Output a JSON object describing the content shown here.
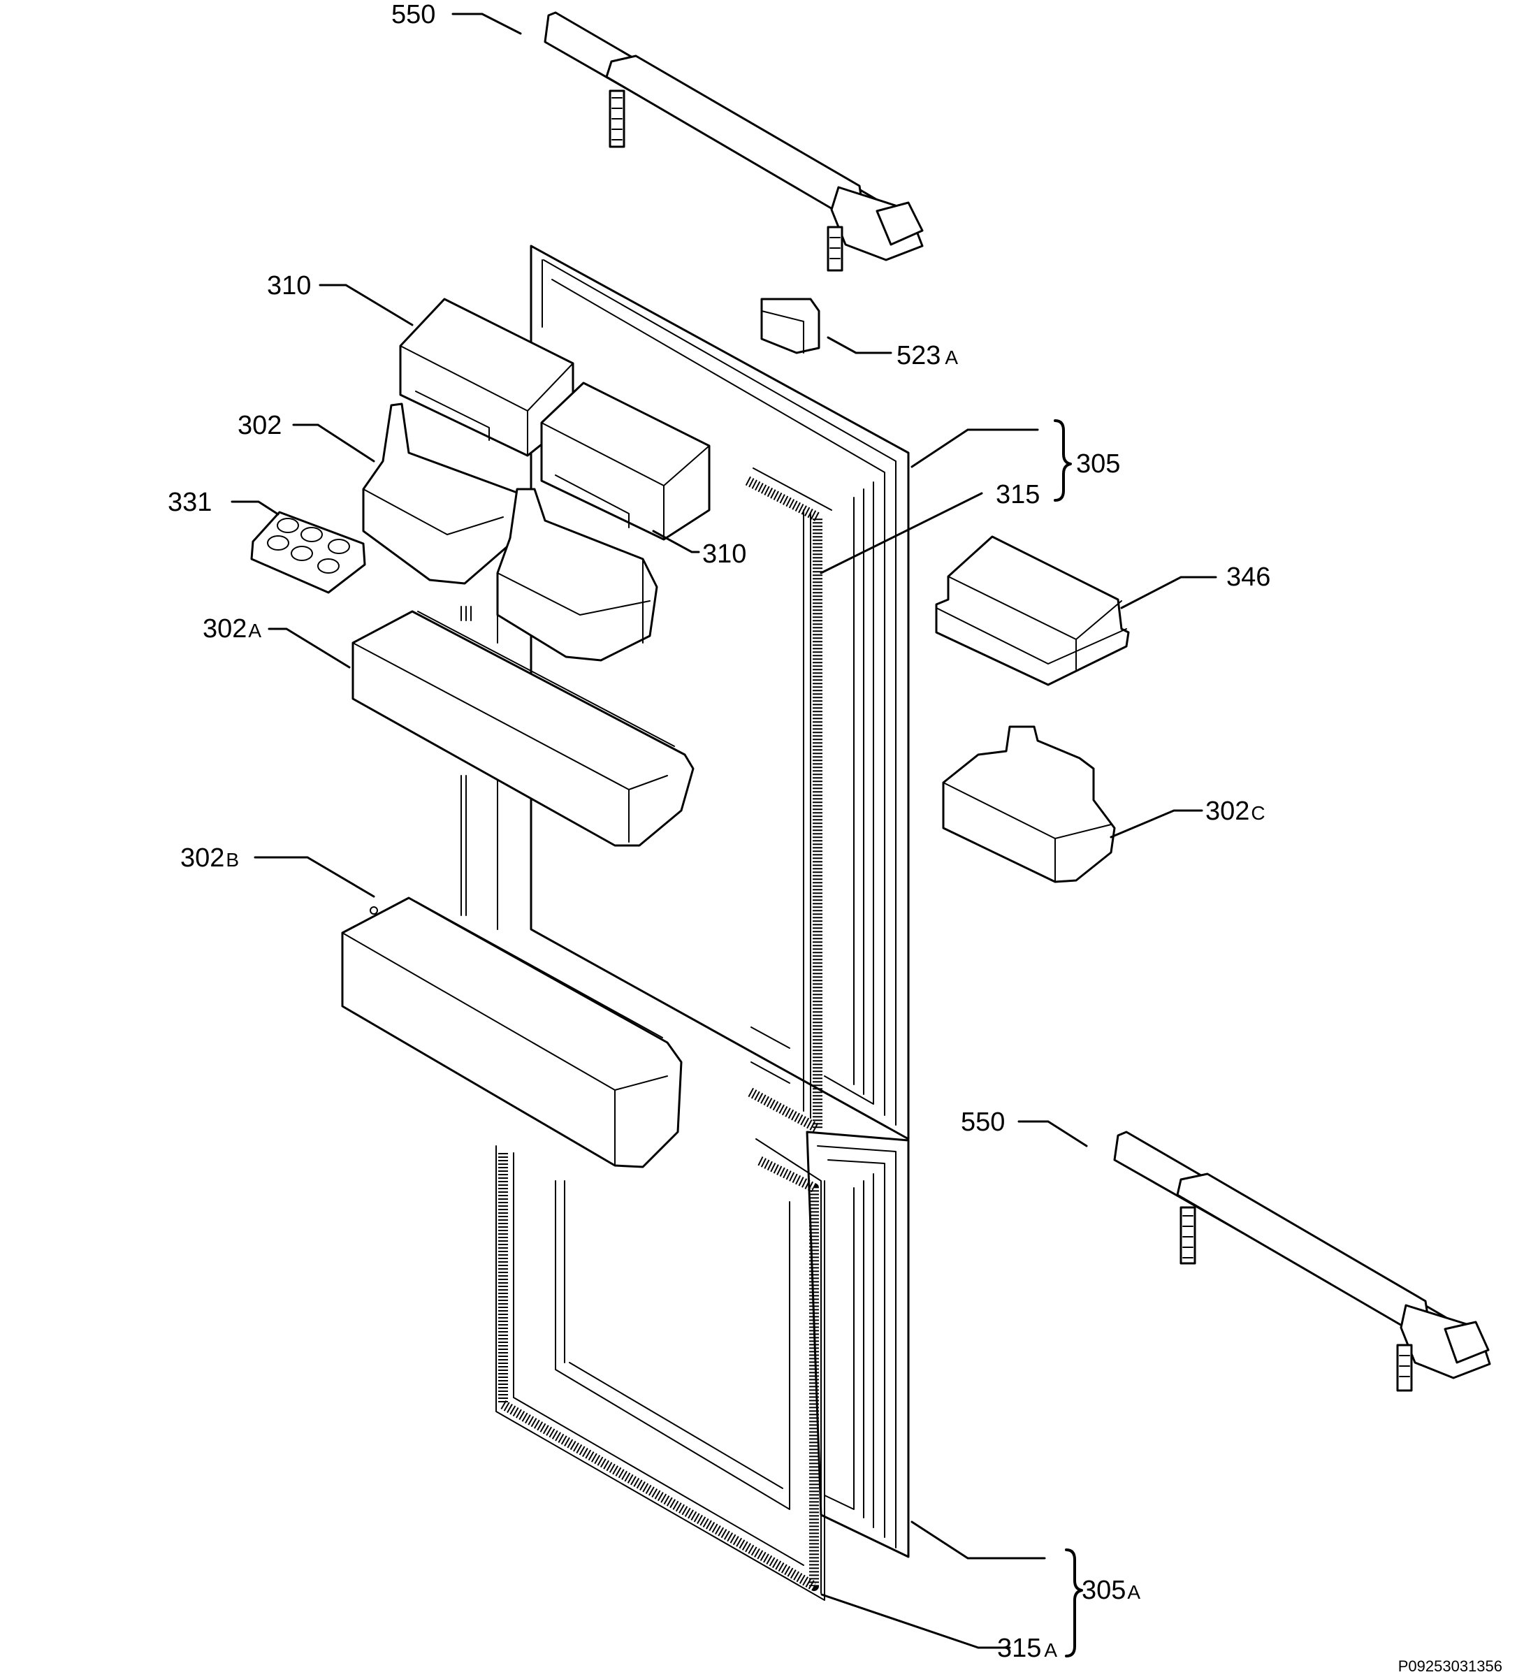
{
  "labels": {
    "lbl_550_top": "550",
    "lbl_310_a": "310",
    "lbl_523a": "523",
    "lbl_523a_suffix": "A",
    "lbl_302": "302",
    "lbl_305": "305",
    "lbl_315": "315",
    "lbl_331": "331",
    "lbl_310_b": "310",
    "lbl_346": "346",
    "lbl_302a": "302",
    "lbl_302a_suffix": "A",
    "lbl_302c": "302",
    "lbl_302c_suffix": "C",
    "lbl_302b": "302",
    "lbl_302b_suffix": "B",
    "lbl_550_bottom": "550",
    "lbl_305a": "305",
    "lbl_305a_suffix": "A",
    "lbl_315a": "315",
    "lbl_315a_suffix": "A"
  },
  "drawing_code": "P09253031356"
}
